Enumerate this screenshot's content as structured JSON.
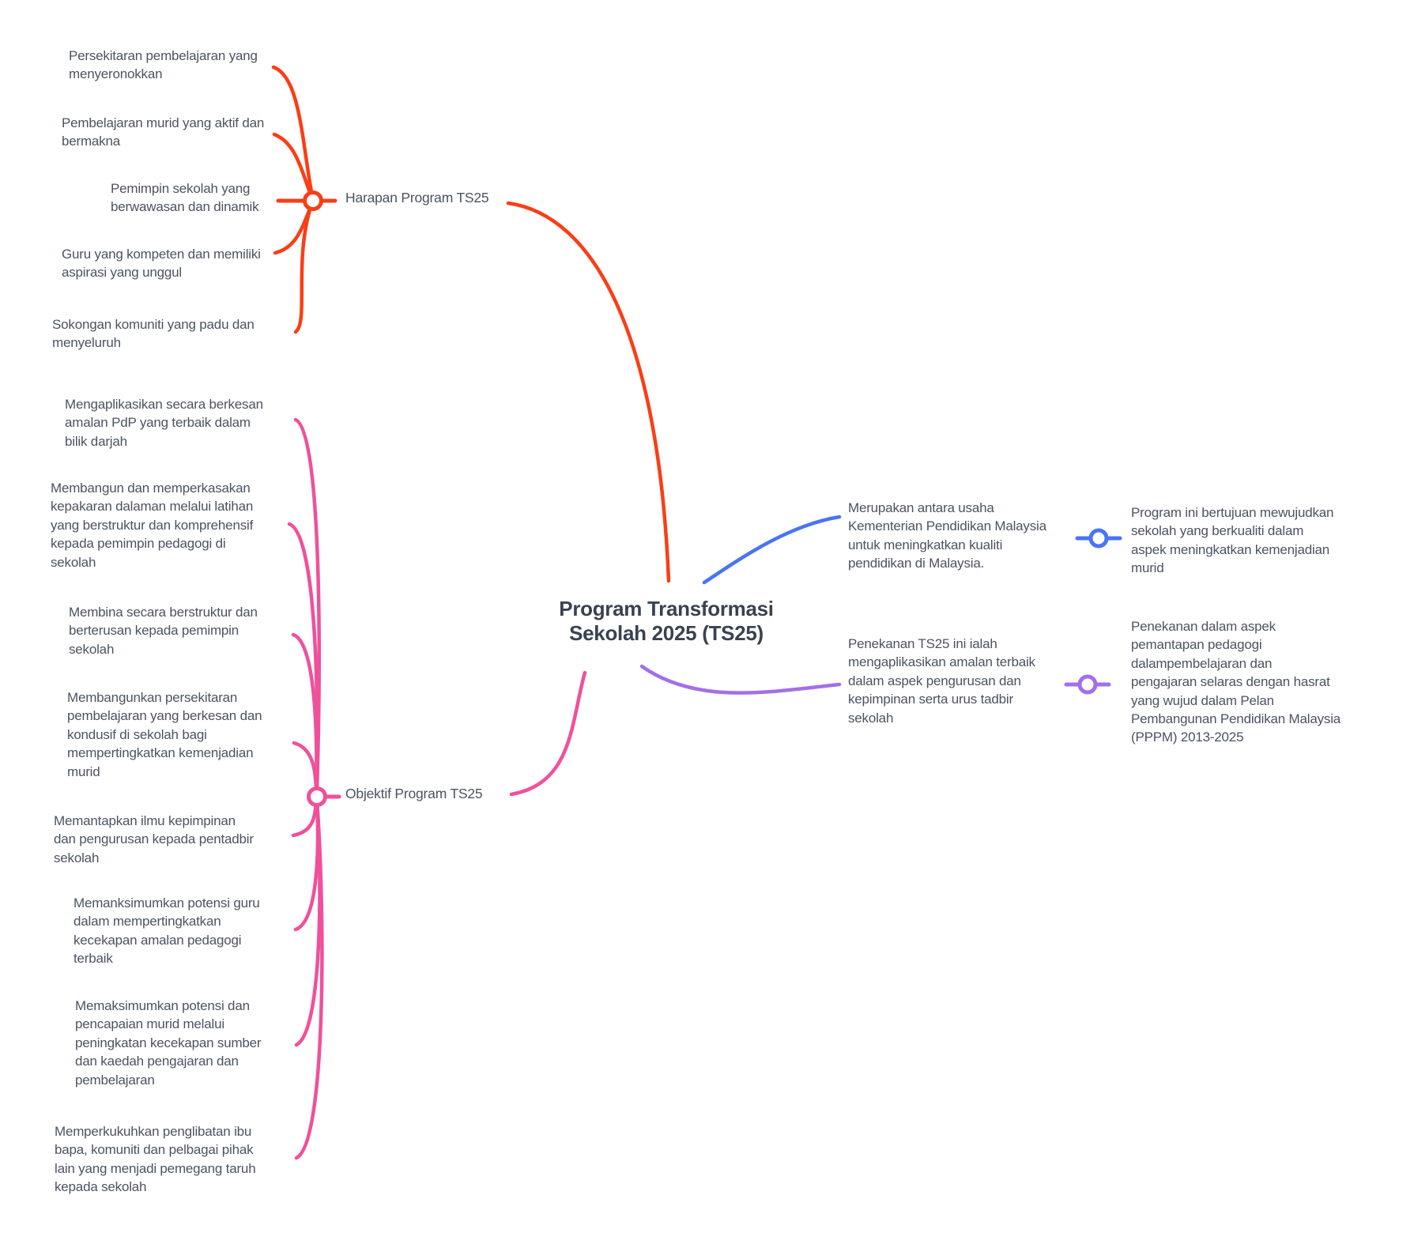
{
  "colors": {
    "harapan": "#FA3E16",
    "objektif": "#F0509B",
    "usaha": "#4A74F5",
    "penekanan": "#A36FE9",
    "body_text": "#4B5362",
    "title_text": "#3A4250",
    "node_fill": "#FFFFFF"
  },
  "center": {
    "title_lines": [
      "Program Transformasi",
      "Sekolah 2025 (TS25)"
    ]
  },
  "harapan": {
    "label": "Harapan Program TS25",
    "children": [
      {
        "lines": [
          "Persekitaran pembelajaran yang",
          "menyeronokkan"
        ]
      },
      {
        "lines": [
          "Pembelajaran murid yang aktif dan",
          "bermakna"
        ]
      },
      {
        "lines": [
          "Pemimpin sekolah yang",
          "berwawasan dan dinamik"
        ]
      },
      {
        "lines": [
          "Guru yang kompeten dan memiliki",
          "aspirasi yang unggul"
        ]
      },
      {
        "lines": [
          "Sokongan komuniti yang padu dan",
          "menyeluruh"
        ]
      }
    ]
  },
  "objektif": {
    "label": "Objektif Program TS25",
    "children": [
      {
        "lines": [
          "Mengaplikasikan secara berkesan",
          "amalan PdP yang terbaik dalam",
          "bilik darjah"
        ]
      },
      {
        "lines": [
          "Membangun dan memperkasakan",
          "kepakaran dalaman melalui latihan",
          "yang berstruktur dan komprehensif",
          "kepada pemimpin pedagogi di",
          "sekolah"
        ]
      },
      {
        "lines": [
          "Membina secara berstruktur dan",
          "berterusan kepada pemimpin",
          "sekolah"
        ]
      },
      {
        "lines": [
          "Membangunkan persekitaran",
          "pembelajaran yang berkesan dan",
          "kondusif di sekolah bagi",
          "mempertingkatkan kemenjadian",
          "murid"
        ]
      },
      {
        "lines": [
          "Memantapkan ilmu kepimpinan",
          "dan pengurusan kepada pentadbir",
          "sekolah"
        ]
      },
      {
        "lines": [
          "Memanksimumkan potensi guru",
          "dalam mempertingkatkan",
          "kecekapan amalan pedagogi",
          "terbaik"
        ]
      },
      {
        "lines": [
          "Memaksimumkan potensi dan",
          "pencapaian murid melalui",
          "peningkatan kecekapan sumber",
          "dan kaedah pengajaran dan",
          "pembelajaran"
        ]
      },
      {
        "lines": [
          "Memperkukuhkan penglibatan ibu",
          "bapa, komuniti dan pelbagai pihak",
          "lain yang menjadi pemegang taruh",
          "kepada sekolah"
        ]
      }
    ]
  },
  "usaha": {
    "text_lines": [
      "Merupakan antara usaha",
      "Kementerian Pendidikan Malaysia",
      "untuk meningkatkan kualiti",
      "pendidikan di Malaysia."
    ],
    "child_lines": [
      "Program ini bertujuan mewujudkan",
      "sekolah yang berkualiti dalam",
      "aspek meningkatkan kemenjadian",
      "murid"
    ]
  },
  "penekanan": {
    "text_lines": [
      "Penekanan TS25 ini ialah",
      "mengaplikasikan amalan terbaik",
      "dalam aspek pengurusan dan",
      "kepimpinan serta urus tadbir",
      "sekolah"
    ],
    "child_lines": [
      "Penekanan dalam aspek",
      "pemantapan pedagogi",
      "dalampembelajaran dan",
      "pengajaran selaras dengan hasrat",
      "yang wujud dalam Pelan",
      "Pembangunan Pendidikan Malaysia",
      "(PPPM) 2013-2025"
    ]
  }
}
